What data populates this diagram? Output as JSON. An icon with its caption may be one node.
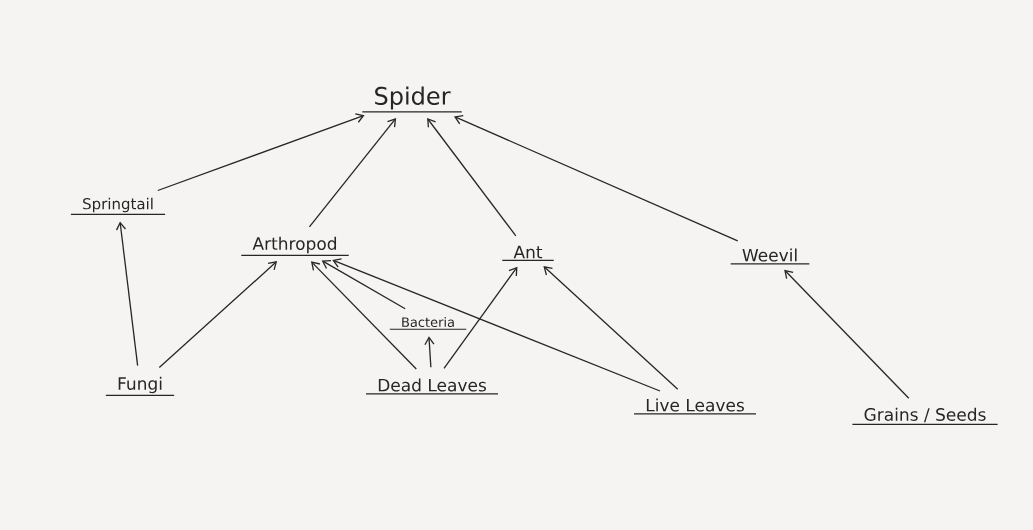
{
  "diagram": {
    "nodes": [
      {
        "text": [
          "Spider"
        ]
      },
      {
        "text": [
          "Springtail"
        ]
      },
      {
        "text": [
          "Arthropod"
        ]
      },
      {
        "text": [
          "Ant"
        ]
      },
      {
        "text": [
          "Weevil"
        ]
      },
      {
        "text": [
          "Bacteria"
        ]
      },
      {
        "text": [
          "Fungi"
        ]
      },
      {
        "text": [
          "Dead Leaves"
        ]
      },
      {
        "text": [
          "Live Leaves"
        ]
      },
      {
        "text": [
          "Grains / Seeds"
        ]
      }
    ],
    "edges": [
      {
        "from": 1,
        "to": 0,
        "arrow": "to"
      },
      {
        "from": 2,
        "to": 0,
        "arrow": "to"
      },
      {
        "from": 3,
        "to": 0,
        "arrow": "to"
      },
      {
        "from": 4,
        "to": 0,
        "arrow": "to"
      },
      {
        "from": 6,
        "to": 1,
        "arrow": "to"
      },
      {
        "from": 6,
        "to": 2,
        "arrow": "to"
      },
      {
        "from": 7,
        "to": 2,
        "arrow": "to"
      },
      {
        "from": 5,
        "to": 2,
        "arrow": "to"
      },
      {
        "from": 8,
        "to": 2,
        "arrow": "to"
      },
      {
        "from": 7,
        "to": 5,
        "arrow": "to"
      },
      {
        "from": 7,
        "to": 3,
        "arrow": "to"
      },
      {
        "from": 8,
        "to": 3,
        "arrow": "to"
      },
      {
        "from": 9,
        "to": 4,
        "arrow": "to"
      }
    ]
  }
}
